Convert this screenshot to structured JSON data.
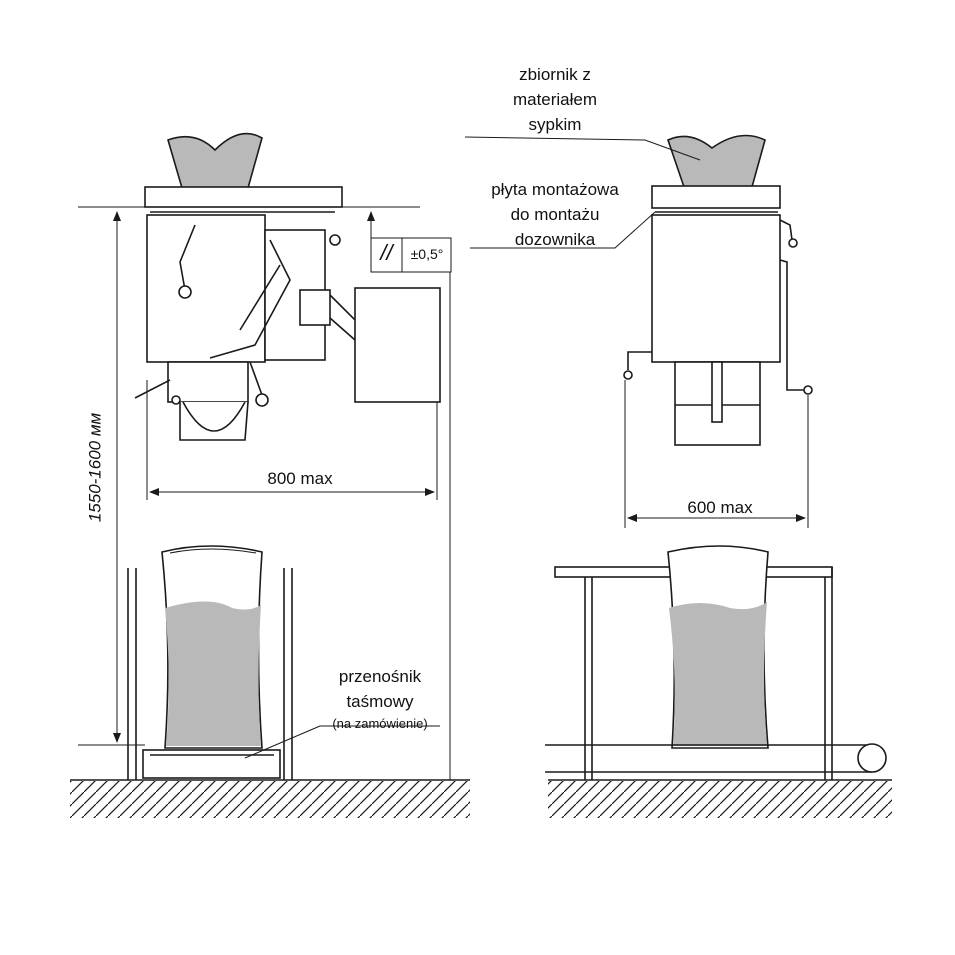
{
  "labels": {
    "hopper": [
      "zbiornik z",
      "materiałem",
      "sypkim"
    ],
    "mounting_plate": [
      "płyta montażowa",
      "do montażu",
      "dozownika"
    ],
    "conveyor": [
      "przenośnik",
      "taśmowy"
    ],
    "conveyor_note": "(na zamówienie)"
  },
  "dimensions": {
    "height": "1550-1600 мм",
    "width_front": "800 max",
    "width_side": "600 max",
    "tolerance_symbol": "//",
    "tolerance_value": "±0,5°"
  }
}
